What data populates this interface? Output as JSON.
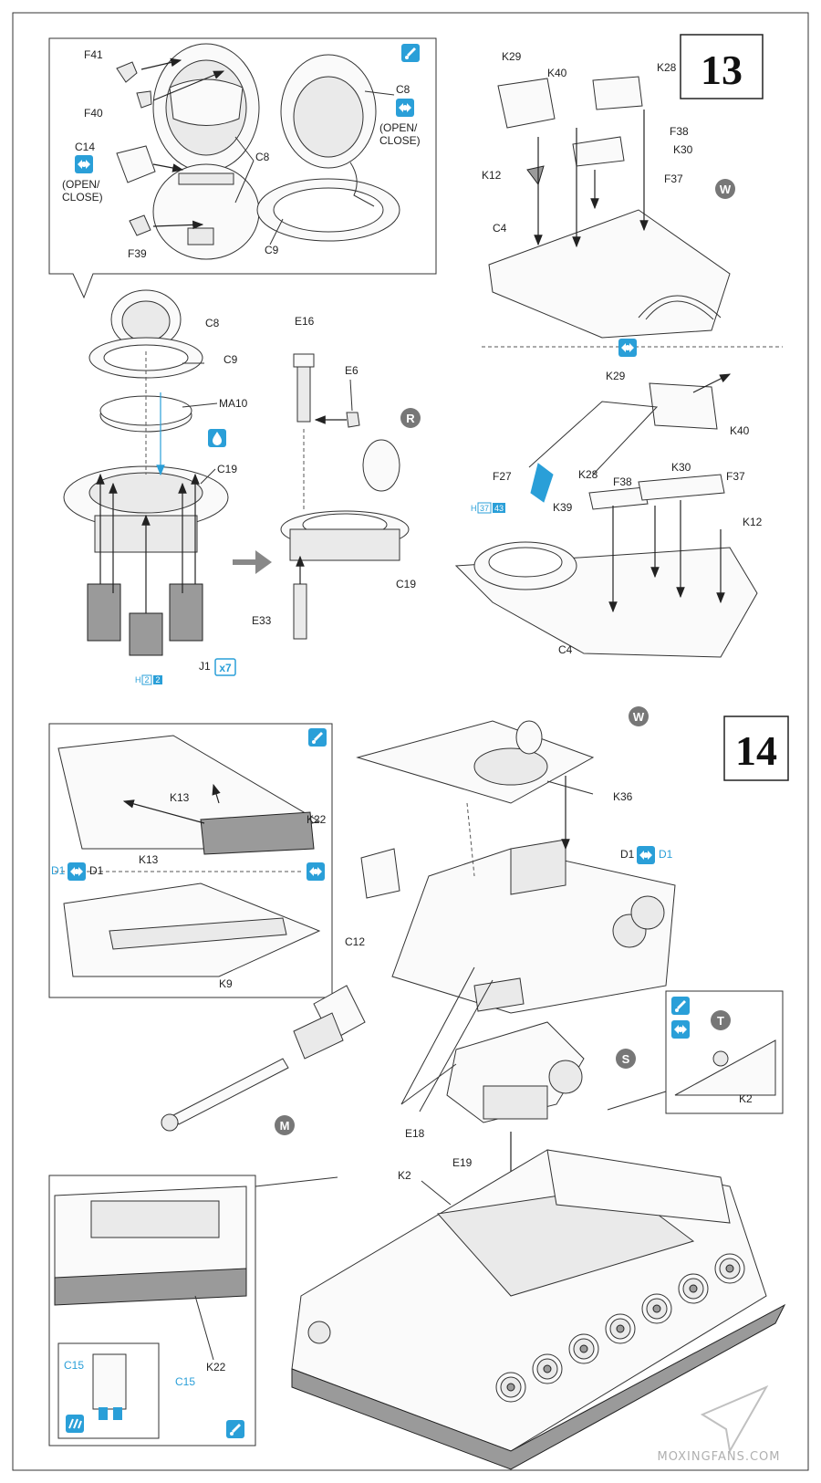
{
  "steps": {
    "step13": "13",
    "step14": "14"
  },
  "step13": {
    "inset_labels": [
      "F41",
      "F40",
      "C14",
      "F39",
      "C8",
      "C8",
      "C9"
    ],
    "inset_notes": {
      "open_close_left": [
        "(OPEN/",
        "CLOSE)"
      ],
      "open_close_right": [
        "(OPEN/",
        "CLOSE)"
      ]
    },
    "hatch_labels": [
      "C8",
      "C9",
      "MA10",
      "C19",
      "J1"
    ],
    "j1_count": "x7",
    "h_ref_1": {
      "h": "H",
      "a": "2",
      "b": "2"
    },
    "periscope_labels": [
      "E16",
      "E6",
      "C19",
      "E33"
    ],
    "sub_r": "R",
    "top_right_labels": [
      "K29",
      "K40",
      "K28",
      "F38",
      "K30",
      "F37",
      "K12",
      "C4"
    ],
    "sub_w": "W",
    "lower_right_labels": [
      "K29",
      "K40",
      "K30",
      "F37",
      "K28",
      "F38",
      "K12",
      "F27",
      "K39",
      "C4"
    ],
    "h_ref_2": {
      "h": "H",
      "a": "37",
      "b": "43"
    }
  },
  "step14": {
    "inset_tl_labels": [
      "K13",
      "K22",
      "K13",
      "D1",
      "D1",
      "K9"
    ],
    "main_labels": [
      "K36",
      "D1",
      "D1",
      "C12",
      "E18",
      "E19",
      "K2"
    ],
    "sub_w": "W",
    "sub_s": "S",
    "sub_m": "M",
    "sub_t": "T",
    "inset_r_label": "K2",
    "inset_bl_labels": [
      "K22",
      "C15",
      "C15"
    ]
  },
  "watermark": "MOXINGFANS.COM",
  "colors": {
    "accent": "#2a9fd8",
    "ink": "#222222",
    "badge": "#777777"
  },
  "icons": [
    "glue-icon",
    "open-close-icon",
    "paint-icon",
    "flip-icon",
    "subassembly-badge"
  ]
}
